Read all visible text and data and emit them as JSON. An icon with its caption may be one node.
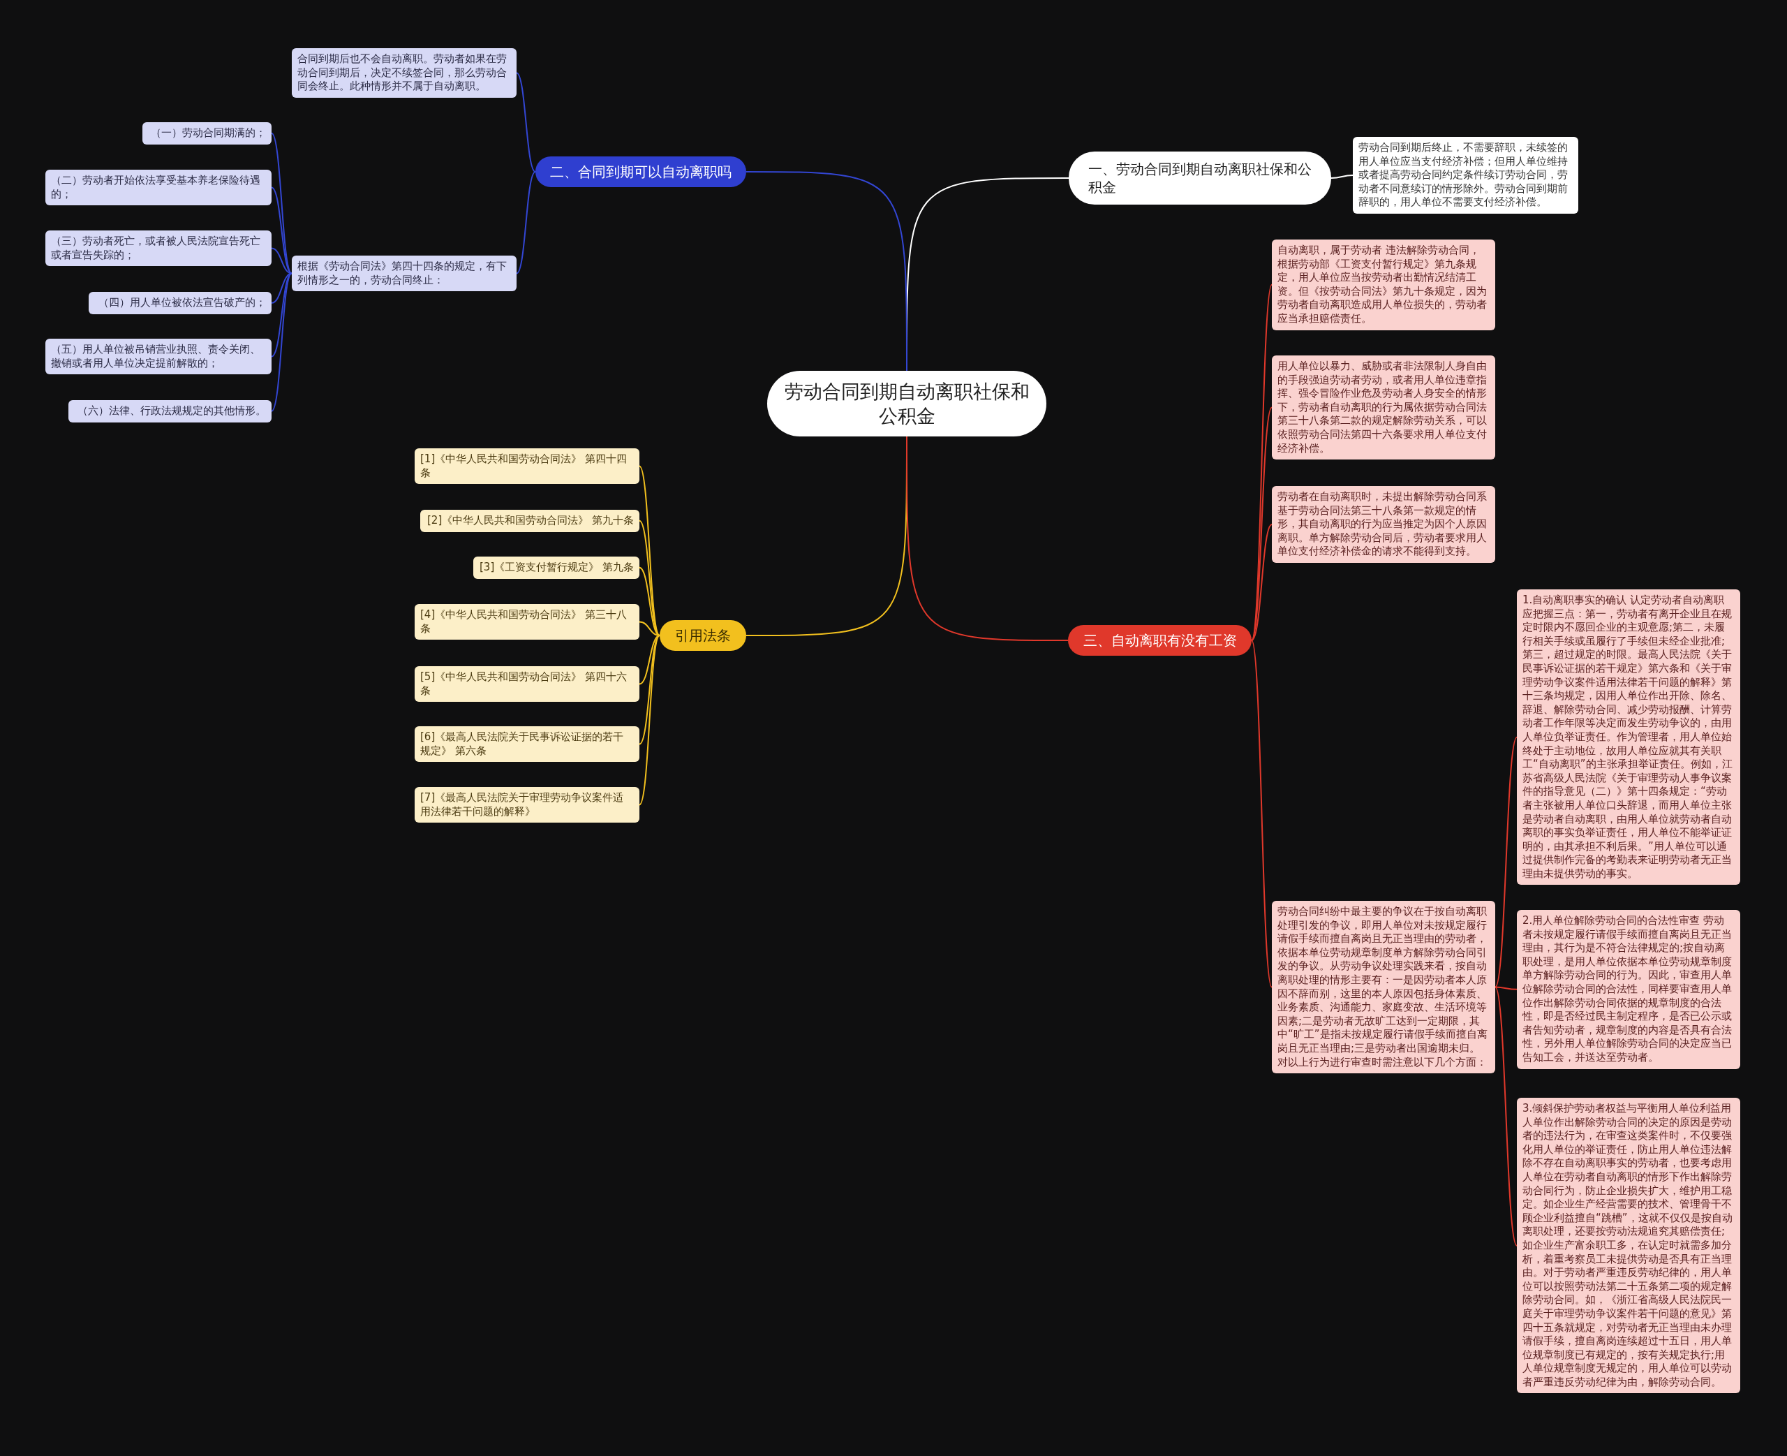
{
  "diagram": {
    "nodes": [
      {
        "text": [
          "劳动合同到期自动离职社保和公积金"
        ]
      },
      {
        "text": [
          "一、劳动合同到期自动离职社保和公积金"
        ]
      },
      {
        "text": [
          "劳动合同到期后终止，不需要辞职，未续签的用人单位应当支付经济补偿；但用人单位维持或者提高劳动合同约定条件续订劳动合同，劳动者不同意续订的情形除外。劳动合同到期前辞职的，用人单位不需要支付经济补偿。"
        ]
      },
      {
        "text": [
          "二、合同到期可以自动离职吗"
        ]
      },
      {
        "text": [
          "合同到期后也不会自动离职。劳动者如果在劳动合同到期后，决定不续签合同，那么劳动合同会终止。此种情形并不属于自动离职。"
        ]
      },
      {
        "text": [
          "根据《劳动合同法》第四十四条的规定，有下列情形之一的，劳动合同终止："
        ]
      },
      {
        "text": [
          "（一）劳动合同期满的；"
        ]
      },
      {
        "text": [
          "（二）劳动者开始依法享受基本养老保险待遇的；"
        ]
      },
      {
        "text": [
          "（三）劳动者死亡，或者被人民法院宣告死亡或者宣告失踪的；"
        ]
      },
      {
        "text": [
          "（四）用人单位被依法宣告破产的；"
        ]
      },
      {
        "text": [
          "（五）用人单位被吊销营业执照、责令关闭、撤销或者用人单位决定提前解散的；"
        ]
      },
      {
        "text": [
          "（六）法律、行政法规规定的其他情形。"
        ]
      },
      {
        "text": [
          "引用法条"
        ]
      },
      {
        "text": [
          "[1]《中华人民共和国劳动合同法》 第四十四条"
        ]
      },
      {
        "text": [
          "[2]《中华人民共和国劳动合同法》 第九十条"
        ]
      },
      {
        "text": [
          "[3]《工资支付暂行规定》 第九条"
        ]
      },
      {
        "text": [
          "[4]《中华人民共和国劳动合同法》 第三十八条"
        ]
      },
      {
        "text": [
          "[5]《中华人民共和国劳动合同法》 第四十六条"
        ]
      },
      {
        "text": [
          "[6]《最高人民法院关于民事诉讼证据的若干规定》 第六条"
        ]
      },
      {
        "text": [
          "[7]《最高人民法院关于审理劳动争议案件适用法律若干问题的解释》"
        ]
      },
      {
        "text": [
          "三、自动离职有没有工资"
        ]
      },
      {
        "text": [
          "自动离职，属于劳动者 违法解除劳动合同，根据劳动部《工资支付暂行规定》第九条规定，用人单位应当按劳动者出勤情况结清工资。但《按劳动合同法》第九十条规定，因为劳动者自动离职造成用人单位损失的，劳动者应当承担赔偿责任。"
        ]
      },
      {
        "text": [
          "用人单位以暴力、威胁或者非法限制人身自由的手段强迫劳动者劳动，或者用人单位违章指挥、强令冒险作业危及劳动者人身安全的情形下，劳动者自动离职的行为属依据劳动合同法第三十八条第二款的规定解除劳动关系，可以依照劳动合同法第四十六条要求用人单位支付经济补偿。"
        ]
      },
      {
        "text": [
          "劳动者在自动离职时，未提出解除劳动合同系基于劳动合同法第三十八条第一款规定的情形，其自动离职的行为应当推定为因个人原因离职。单方解除劳动合同后，劳动者要求用人单位支付经济补偿金的请求不能得到支持。"
        ]
      },
      {
        "text": [
          "劳动合同纠纷中最主要的争议在于按自动离职处理引发的争议，即用人单位对未按规定履行请假手续而擅自离岗且无正当理由的劳动者，依据本单位劳动规章制度单方解除劳动合同引发的争议。从劳动争议处理实践来看，按自动离职处理的情形主要有：一是因劳动者本人原因不辞而别，这里的本人原因包括身体素质、业务素质、沟通能力、家庭变故、生活环境等因素;二是劳动者无故旷工达到一定期限，其中“旷工”是指未按规定履行请假手续而擅自离岗且无正当理由;三是劳动者出国逾期未归。对以上行为进行审查时需注意以下几个方面："
        ]
      },
      {
        "text": [
          "1.自动离职事实的确认 认定劳动者自动离职应把握三点：第一，劳动者有离开企业且在规定时限内不愿回企业的主观意愿;第二，未履行相关手续或虽履行了手续但未经企业批准;第三，超过规定的时限。最高人民法院《关于民事诉讼证据的若干规定》第六条和《关于审理劳动争议案件适用法律若干问题的解释》第十三条均规定，因用人单位作出开除、除名、辞退、解除劳动合同、减少劳动报酬、计算劳动者工作年限等决定而发生劳动争议的，由用人单位负举证责任。作为管理者，用人单位始终处于主动地位，故用人单位应就其有关职工“自动离职”的主张承担举证责任。例如，江苏省高级人民法院《关于审理劳动人事争议案件的指导意见（二）》第十四条规定：“劳动者主张被用人单位口头辞退，而用人单位主张是劳动者自动离职，由用人单位就劳动者自动离职的事实负举证责任，用人单位不能举证证明的，由其承担不利后果。”用人单位可以通过提供制作完备的考勤表来证明劳动者无正当理由未提供劳动的事实。"
        ]
      },
      {
        "text": [
          "2.用人单位解除劳动合同的合法性审查 劳动者未按规定履行请假手续而擅自离岗且无正当理由，其行为是不符合法律规定的;按自动离职处理，是用人单位依据本单位劳动规章制度单方解除劳动合同的行为。因此，审查用人单位解除劳动合同的合法性，同样要审查用人单位作出解除劳动合同依据的规章制度的合法性，即是否经过民主制定程序，是否已公示或者告知劳动者，规章制度的内容是否具有合法性，另外用人单位解除劳动合同的决定应当已告知工会，并送达至劳动者。"
        ]
      },
      {
        "text": [
          "3.倾斜保护劳动者权益与平衡用人单位利益用人单位作出解除劳动合同的决定的原因是劳动者的违法行为，在审查这类案件时，不仅要强化用人单位的举证责任，防止用人单位违法解除不存在自动离职事实的劳动者，也要考虑用人单位在劳动者自动离职的情形下作出解除劳动合同行为，防止企业损失扩大，维护用工稳定。如企业生产经营需要的技术、管理骨干不顾企业利益擅自“跳槽”，这就不仅仅是按自动离职处理，还要按劳动法规追究其赔偿责任;如企业生产富余职工多，在认定时就需多加分析，着重考察员工未提供劳动是否具有正当理由。对于劳动者严重违反劳动纪律的，用人单位可以按照劳动法第二十五条第二项的规定解除劳动合同。如，《浙江省高级人民法院民一庭关于审理劳动争议案件若干问题的意见》第四十五条就规定，对劳动者无正当理由未办理请假手续，擅自离岗连续超过十五日，用人单位规章制度已有规定的，按有关规定执行;用人单位规章制度无规定的，用人单位可以劳动者严重违反劳动纪律为由，解除劳动合同。"
        ]
      }
    ],
    "edges": [
      {
        "from": 0,
        "to": 1,
        "arrow": "none",
        "color": "#ffffff"
      },
      {
        "from": 1,
        "to": 2,
        "arrow": "none",
        "color": "#ffffff"
      },
      {
        "from": 0,
        "to": 3,
        "arrow": "none",
        "color": "#3346d3"
      },
      {
        "from": 3,
        "to": 4,
        "arrow": "none",
        "color": "#3346d3"
      },
      {
        "from": 3,
        "to": 5,
        "arrow": "none",
        "color": "#3346d3"
      },
      {
        "from": 5,
        "to": 6,
        "arrow": "none",
        "color": "#3346d3"
      },
      {
        "from": 5,
        "to": 7,
        "arrow": "none",
        "color": "#3346d3"
      },
      {
        "from": 5,
        "to": 8,
        "arrow": "none",
        "color": "#3346d3"
      },
      {
        "from": 5,
        "to": 9,
        "arrow": "none",
        "color": "#3346d3"
      },
      {
        "from": 5,
        "to": 10,
        "arrow": "none",
        "color": "#3346d3"
      },
      {
        "from": 5,
        "to": 11,
        "arrow": "none",
        "color": "#3346d3"
      },
      {
        "from": 0,
        "to": 12,
        "arrow": "none",
        "color": "#f2c01e"
      },
      {
        "from": 12,
        "to": 13,
        "arrow": "none",
        "color": "#f2c01e"
      },
      {
        "from": 12,
        "to": 14,
        "arrow": "none",
        "color": "#f2c01e"
      },
      {
        "from": 12,
        "to": 15,
        "arrow": "none",
        "color": "#f2c01e"
      },
      {
        "from": 12,
        "to": 16,
        "arrow": "none",
        "color": "#f2c01e"
      },
      {
        "from": 12,
        "to": 17,
        "arrow": "none",
        "color": "#f2c01e"
      },
      {
        "from": 12,
        "to": 18,
        "arrow": "none",
        "color": "#f2c01e"
      },
      {
        "from": 12,
        "to": 19,
        "arrow": "none",
        "color": "#f2c01e"
      },
      {
        "from": 0,
        "to": 20,
        "arrow": "none",
        "color": "#e0382b"
      },
      {
        "from": 20,
        "to": 21,
        "arrow": "none",
        "color": "#e0382b"
      },
      {
        "from": 20,
        "to": 22,
        "arrow": "none",
        "color": "#e0382b"
      },
      {
        "from": 20,
        "to": 23,
        "arrow": "none",
        "color": "#e0382b"
      },
      {
        "from": 20,
        "to": 24,
        "arrow": "none",
        "color": "#e0382b"
      },
      {
        "from": 24,
        "to": 25,
        "arrow": "none",
        "color": "#e0382b"
      },
      {
        "from": 24,
        "to": 26,
        "arrow": "none",
        "color": "#e0382b"
      },
      {
        "from": 24,
        "to": 27,
        "arrow": "none",
        "color": "#e0382b"
      }
    ]
  }
}
